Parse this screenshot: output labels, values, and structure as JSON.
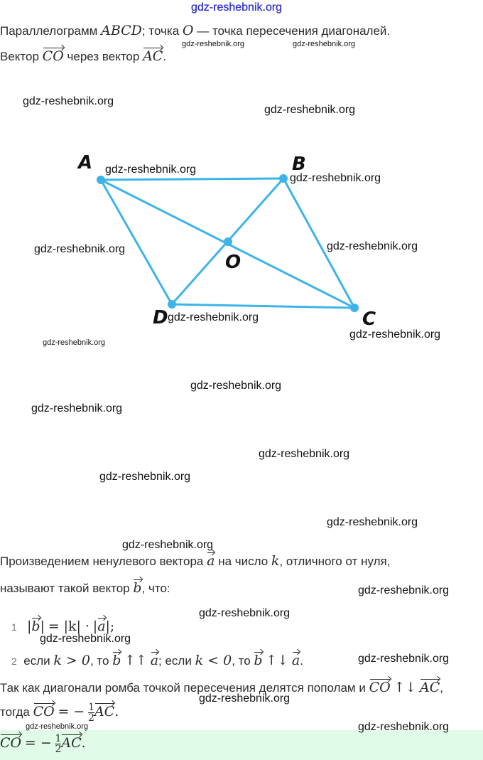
{
  "watermark": "gdz-reshebnik.org",
  "problem": {
    "line1_a": "Параллелограмм",
    "abcd": "ABCD",
    "line1_b": "; точка",
    "o": "O",
    "line1_c": "— точка пересечения диагоналей.",
    "line2_a": "Вектор",
    "co": "CO",
    "line2_b": "через вектор",
    "ac": "AC",
    "dot": "."
  },
  "diagram": {
    "color": "#3cb4e8",
    "labels": {
      "A": "A",
      "B": "B",
      "C": "C",
      "D": "D",
      "O": "O"
    }
  },
  "theory": {
    "p1_a": "Произведением ненулевого вектора",
    "a": "a",
    "p1_b": "на число",
    "k": "k",
    "p1_c": ", отличного от нуля,",
    "p2_a": "называют такой вектор",
    "b": "b",
    "p2_b": ", что:",
    "items": [
      {
        "num": "1",
        "eq": "= |k| ·",
        "end": ";"
      },
      {
        "num": "2",
        "if1": "если",
        "cond1": "k > 0",
        "to1": ", то",
        "rel1": "↑↑",
        "sep": "; если",
        "cond2": "k < 0",
        "to2": ", то",
        "rel2": "↑↓",
        "end": "."
      }
    ]
  },
  "solution": {
    "s1": "Так как диагонали ромба точкой пересечения делятся пополам и",
    "rel": "↑↓",
    "comma": ",",
    "s2": "тогда",
    "eq": "= −",
    "num": "1",
    "den": "2",
    "dot": "."
  },
  "answer": {
    "eq": "= −",
    "num": "1",
    "den": "2",
    "dot": "."
  }
}
